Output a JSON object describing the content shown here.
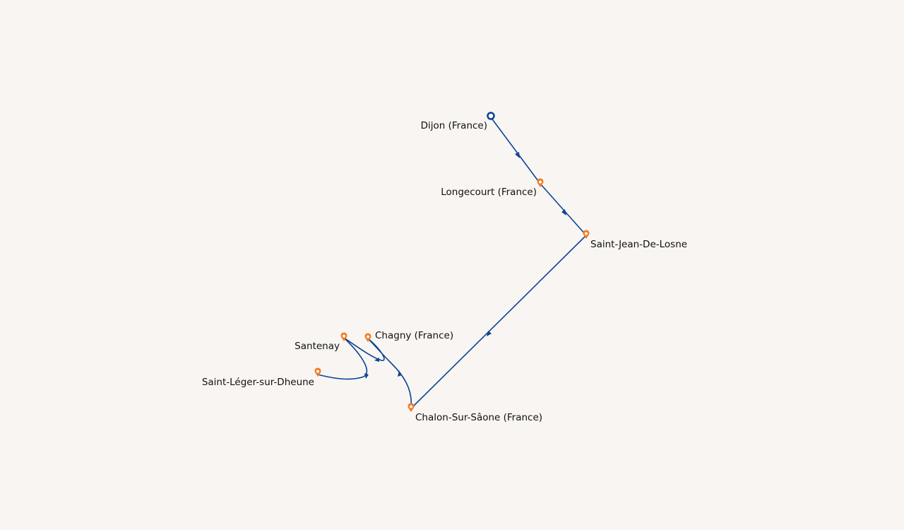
{
  "colors": {
    "route": "#0b4595",
    "stop_pin": "#f47b20",
    "origin_pin": "#0b4595",
    "background": "#f8f5f2"
  },
  "route": {
    "stops": [
      {
        "name": "Dijon (France)",
        "icon": "origin-pin-icon"
      },
      {
        "name": "Longecourt (France)",
        "icon": "map-pin-icon"
      },
      {
        "name": "Saint-Jean-De-Losne",
        "icon": "map-pin-icon"
      },
      {
        "name": "Chalon-Sur-Sâone (France)",
        "icon": "map-pin-icon"
      },
      {
        "name": "Chagny (France)",
        "icon": "map-pin-icon"
      },
      {
        "name": "Santenay",
        "icon": "map-pin-icon"
      },
      {
        "name": "Saint-Léger-sur-Dheune",
        "icon": "map-pin-icon"
      }
    ]
  }
}
